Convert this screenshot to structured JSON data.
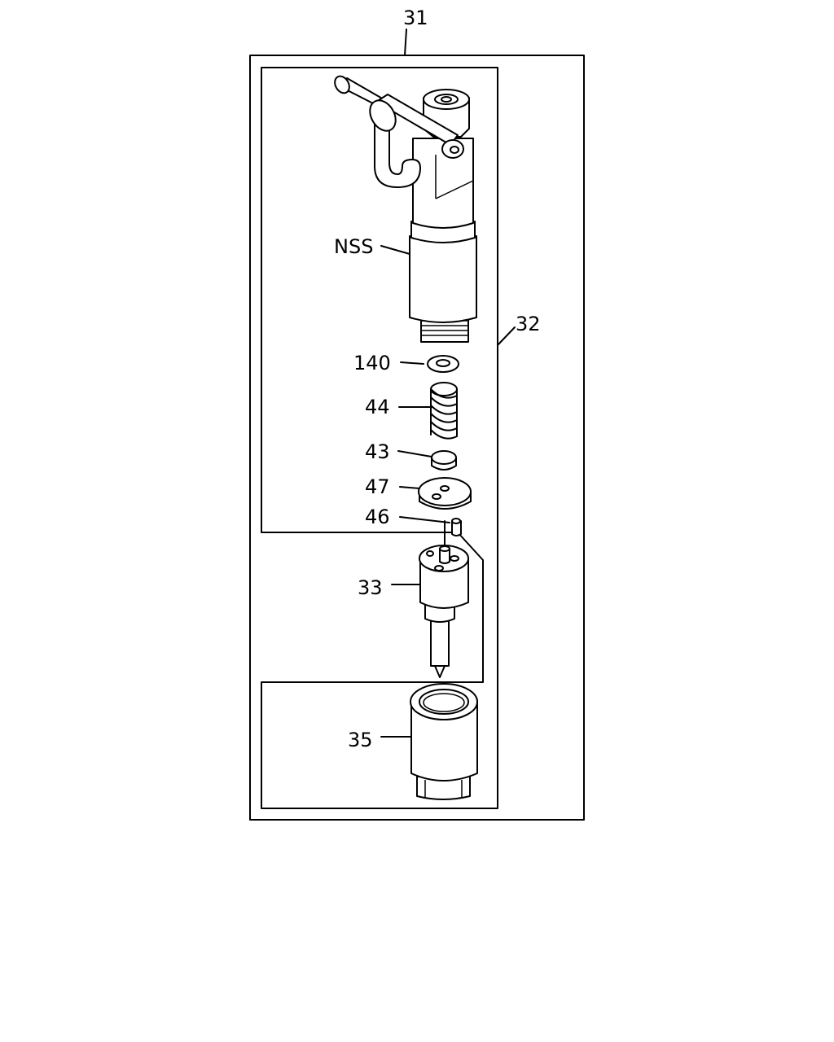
{
  "callouts": {
    "assembly": "31",
    "holder_body": "32",
    "nozzle": "33",
    "retaining_nut": "35",
    "nss": "NSS",
    "shim": "140",
    "spring": "44",
    "spring_seat": "43",
    "spacer": "47",
    "dowel_pin": "46"
  }
}
